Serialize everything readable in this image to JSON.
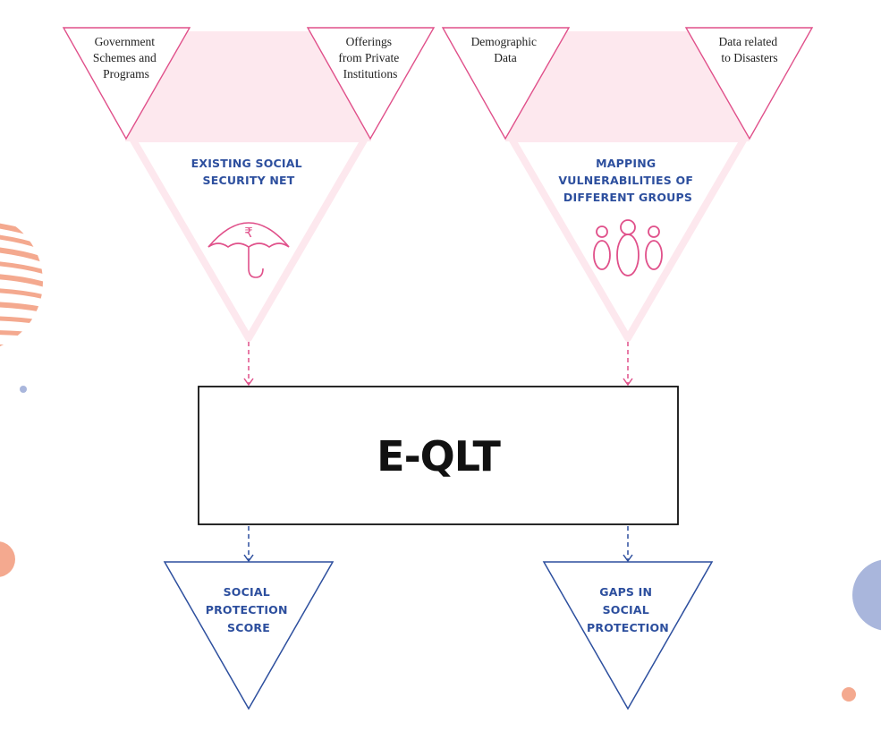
{
  "inputs": {
    "left_a": [
      "Government",
      "Schemes and",
      "Programs"
    ],
    "left_b": [
      "Offerings",
      "from Private",
      "Institutions"
    ],
    "right_a": [
      "Demographic",
      "Data"
    ],
    "right_b": [
      "Data related",
      "to Disasters"
    ]
  },
  "funnels": {
    "left_label": [
      "EXISTING SOCIAL",
      "SECURITY NET"
    ],
    "right_label": [
      "MAPPING",
      "VULNERABILITIES  OF",
      "DIFFERENT GROUPS"
    ],
    "rupee_symbol": "₹",
    "left_icon": "rupee-umbrella-icon",
    "right_icon": "people-group-icon"
  },
  "center": {
    "title": "E-QLT"
  },
  "outputs": {
    "left": [
      "SOCIAL",
      "PROTECTION",
      "SCORE"
    ],
    "right": [
      "GAPS IN",
      "SOCIAL",
      "PROTECTION"
    ]
  },
  "colors": {
    "pink_stroke": "#e0508a",
    "pink_fill": "#fde8ee",
    "blue": "#2d4f9e",
    "peach": "#f4a98f",
    "lavender": "#a9b6dc"
  }
}
